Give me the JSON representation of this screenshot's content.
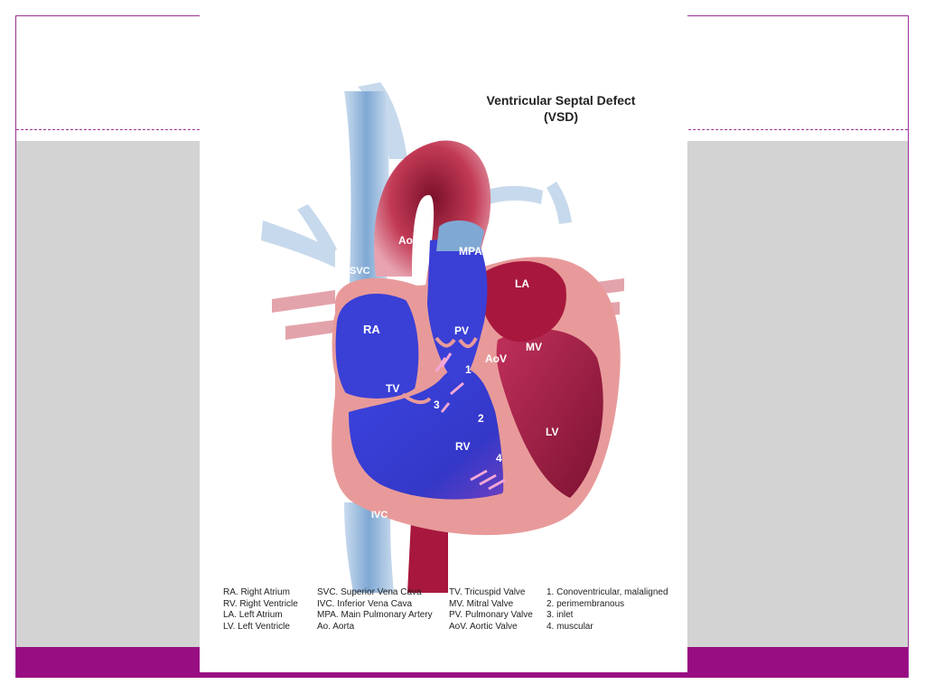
{
  "title": {
    "line1": "Ventricular Septal Defect",
    "line2": "(VSD)"
  },
  "labels": {
    "svc": "SVC",
    "ivc": "IVC",
    "ao": "Ao",
    "mpa": "MPA",
    "la": "LA",
    "ra": "RA",
    "pv": "PV",
    "aov": "AoV",
    "mv": "MV",
    "tv": "TV",
    "rv": "RV",
    "lv": "LV",
    "d1": "1",
    "d2": "2",
    "d3": "3",
    "d4": "4"
  },
  "legend": {
    "col1": [
      "RA. Right Atrium",
      "RV. Right Ventricle",
      "LA. Left Atrium",
      "LV. Left Ventricle"
    ],
    "col2": [
      "SVC. Superior Vena Cava",
      "IVC. Inferior Vena Cava",
      "MPA. Main Pulmonary Artery",
      "Ao. Aorta"
    ],
    "col3": [
      "TV. Tricuspid Valve",
      "MV. Mitral Valve",
      "PV. Pulmonary Valve",
      "AoV.  Aortic Valve"
    ],
    "col4": [
      "1. Conoventricular, malaligned",
      "2. perimembranous",
      "3. inlet",
      "4. muscular"
    ]
  },
  "colors": {
    "frame_border": "#9b2f9b",
    "band_gray": "#d3d3d3",
    "band_purple": "#990d82",
    "deoxygenated": "#3a3fd6",
    "oxygenated": "#a8183e",
    "muscle": "#e89a9a"
  }
}
